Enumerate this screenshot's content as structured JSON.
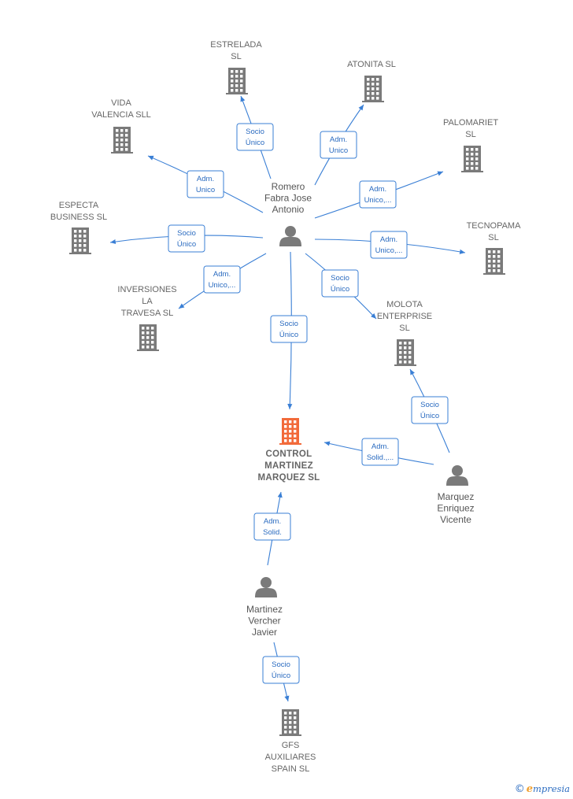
{
  "colors": {
    "edge": "#3a7fd5",
    "company": "#7a7a7a",
    "focus": "#f26a3a",
    "person": "#7a7a7a"
  },
  "companies": [
    {
      "id": "estrelada",
      "lines": [
        "ESTRELADA",
        "SL"
      ],
      "icon": "building-icon"
    },
    {
      "id": "atonita",
      "lines": [
        "ATONITA SL"
      ],
      "icon": "building-icon"
    },
    {
      "id": "vida",
      "lines": [
        "VIDA",
        "VALENCIA SLL"
      ],
      "icon": "building-icon"
    },
    {
      "id": "palomariet",
      "lines": [
        "PALOMARIET",
        "SL"
      ],
      "icon": "building-icon"
    },
    {
      "id": "especta",
      "lines": [
        "ESPECTA",
        "BUSINESS  SL"
      ],
      "icon": "building-icon"
    },
    {
      "id": "tecnopama",
      "lines": [
        "TECNOPAMA",
        "SL"
      ],
      "icon": "building-icon"
    },
    {
      "id": "inversiones",
      "lines": [
        "INVERSIONES",
        "LA",
        "TRAVESA  SL"
      ],
      "icon": "building-icon"
    },
    {
      "id": "molota",
      "lines": [
        "MOLOTA",
        "ENTERPRISE",
        "SL"
      ],
      "icon": "building-icon"
    },
    {
      "id": "control",
      "lines": [
        "CONTROL",
        "MARTINEZ",
        "MARQUEZ  SL"
      ],
      "icon": "building-icon",
      "focus": true
    },
    {
      "id": "gfs",
      "lines": [
        "GFS",
        "AUXILIARES",
        "SPAIN  SL"
      ],
      "icon": "building-icon"
    }
  ],
  "persons": [
    {
      "id": "romero",
      "lines": [
        "Romero",
        "Fabra Jose",
        "Antonio"
      ],
      "icon": "person-icon"
    },
    {
      "id": "marquez",
      "lines": [
        "Marquez",
        "Enriquez",
        "Vicente"
      ],
      "icon": "person-icon"
    },
    {
      "id": "martinez",
      "lines": [
        "Martinez",
        "Vercher",
        "Javier"
      ],
      "icon": "person-icon"
    }
  ],
  "edges": [
    {
      "from": "romero",
      "to": "estrelada",
      "label": [
        "Socio",
        "Único"
      ]
    },
    {
      "from": "romero",
      "to": "atonita",
      "label": [
        "Adm.",
        "Unico"
      ]
    },
    {
      "from": "romero",
      "to": "vida",
      "label": [
        "Adm.",
        "Unico"
      ]
    },
    {
      "from": "romero",
      "to": "palomariet",
      "label": [
        "Adm.",
        "Unico,..."
      ]
    },
    {
      "from": "romero",
      "to": "especta",
      "label": [
        "Socio",
        "Único"
      ]
    },
    {
      "from": "romero",
      "to": "tecnopama",
      "label": [
        "Adm.",
        "Unico,..."
      ]
    },
    {
      "from": "romero",
      "to": "inversiones",
      "label": [
        "Adm.",
        "Unico,..."
      ]
    },
    {
      "from": "romero",
      "to": "molota",
      "label": [
        "Socio",
        "Único"
      ]
    },
    {
      "from": "romero",
      "to": "control",
      "label": [
        "Socio",
        "Único"
      ]
    },
    {
      "from": "marquez",
      "to": "molota",
      "label": [
        "Socio",
        "Único"
      ]
    },
    {
      "from": "marquez",
      "to": "control",
      "label": [
        "Adm.",
        "Solid.,..."
      ]
    },
    {
      "from": "martinez",
      "to": "control",
      "label": [
        "Adm.",
        "Solid."
      ]
    },
    {
      "from": "martinez",
      "to": "gfs",
      "label": [
        "Socio",
        "Único"
      ]
    }
  ],
  "footer": {
    "copyright": "©",
    "brand_initial": "e",
    "brand_rest": "mpresia"
  }
}
